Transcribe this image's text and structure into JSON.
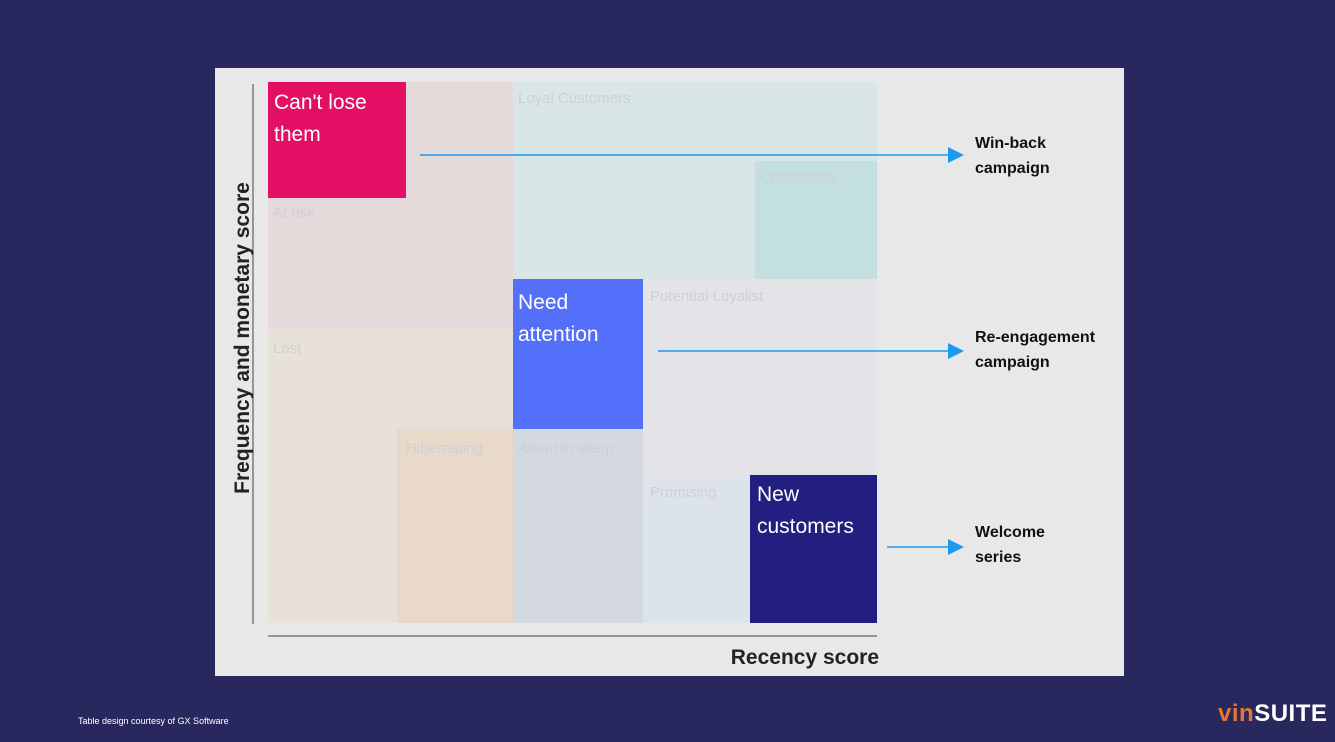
{
  "diagram": {
    "axes": {
      "y_label": "Frequency and monetary score",
      "x_label": "Recency score"
    },
    "segments": {
      "cant_lose_them": "Can't lose\nthem",
      "loyal_customers": "Loyal Customers",
      "champions": "Champions",
      "at_risk": "At risk",
      "need_attention": "Need\nattention",
      "potential_loyalist": "Potential Loyalist",
      "lost": "Lost",
      "hibernating": "Hibernating",
      "about_to_sleep": "About to sleep",
      "promising": "Promising",
      "new_customers": "New\ncustomers"
    },
    "actions": {
      "win_back": "Win-back\ncampaign",
      "re_engagement": "Re-engagement\ncampaign",
      "welcome": "Welcome\nseries"
    },
    "colors": {
      "cant_lose_them": "#e20f65",
      "need_attention": "#5470fa",
      "new_customers": "#231f80",
      "arrow": "#1a9af2"
    }
  },
  "footer": {
    "credit": "Table design courtesy of GX Software",
    "logo_vin": "vin",
    "logo_suite": "SUITE"
  }
}
